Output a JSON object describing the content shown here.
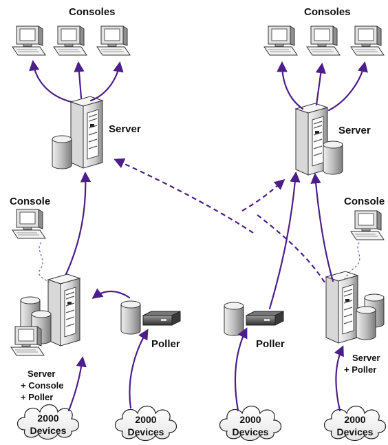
{
  "labels": {
    "consoles_left": "Consoles",
    "consoles_right": "Consoles",
    "server_left": "Server",
    "server_right": "Server",
    "console_left": "Console",
    "console_right": "Console",
    "combo_left_line1": "Server",
    "combo_left_line2": "+ Console",
    "combo_left_line3": "+ Poller",
    "poller_left": "Poller",
    "poller_right": "Poller",
    "combo_right_line1": "Server",
    "combo_right_line2": "+ Poller"
  },
  "clouds": [
    {
      "line1": "2000",
      "line2": "Devices"
    },
    {
      "line1": "2000",
      "line2": "Devices"
    },
    {
      "line1": "2000",
      "line2": "Devices"
    },
    {
      "line1": "2000",
      "line2": "Devices"
    }
  ],
  "colors": {
    "arrow": "#4b1e8a",
    "device_light": "#e6e6e6",
    "device_mid": "#b5b5b5",
    "device_dark": "#6e6e6e"
  }
}
